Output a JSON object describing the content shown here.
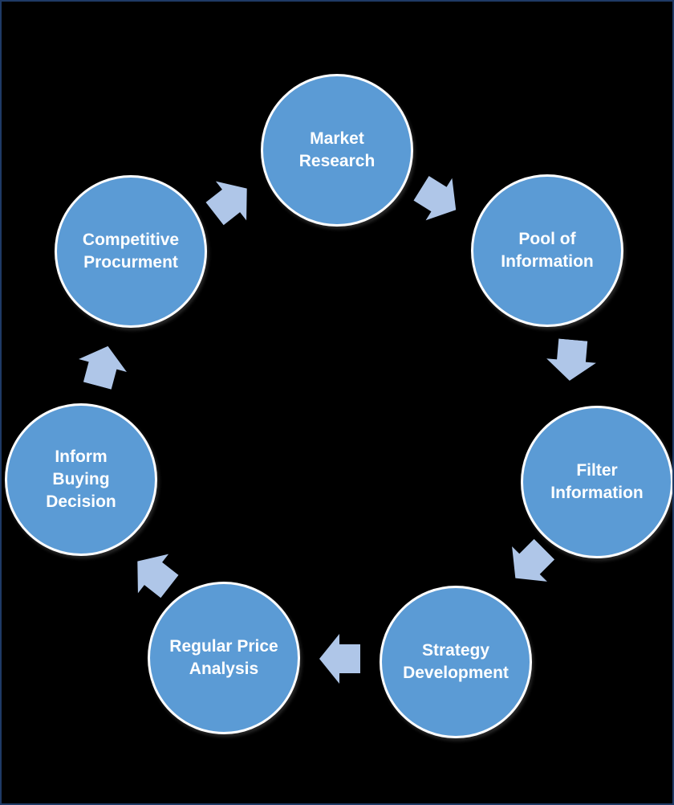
{
  "page": {
    "background_color": "#000000",
    "frame_border_color": "#1E3A66"
  },
  "diagram": {
    "type": "cycle",
    "flow_direction": "clockwise",
    "colors": {
      "node_fill": "#5B9BD5",
      "node_border": "#FFFFFF",
      "node_text": "#FFFFFF",
      "arrow_fill": "#AFC6E8"
    },
    "nodes": [
      {
        "id": "market-research",
        "label": "Market\nResearch"
      },
      {
        "id": "pool-of-information",
        "label": "Pool of\nInformation"
      },
      {
        "id": "filter-information",
        "label": "Filter\nInformation"
      },
      {
        "id": "strategy-development",
        "label": "Strategy\nDevelopment"
      },
      {
        "id": "regular-price-analysis",
        "label": "Regular Price\nAnalysis"
      },
      {
        "id": "inform-buying-decision",
        "label": "Inform\nBuying\nDecision"
      },
      {
        "id": "competitive-procurment",
        "label": "Competitive\nProcurment"
      }
    ],
    "arrows": [
      {
        "from": "market-research",
        "to": "pool-of-information"
      },
      {
        "from": "pool-of-information",
        "to": "filter-information"
      },
      {
        "from": "filter-information",
        "to": "strategy-development"
      },
      {
        "from": "strategy-development",
        "to": "regular-price-analysis"
      },
      {
        "from": "regular-price-analysis",
        "to": "inform-buying-decision"
      },
      {
        "from": "inform-buying-decision",
        "to": "competitive-procurment"
      },
      {
        "from": "competitive-procurment",
        "to": "market-research"
      }
    ]
  }
}
